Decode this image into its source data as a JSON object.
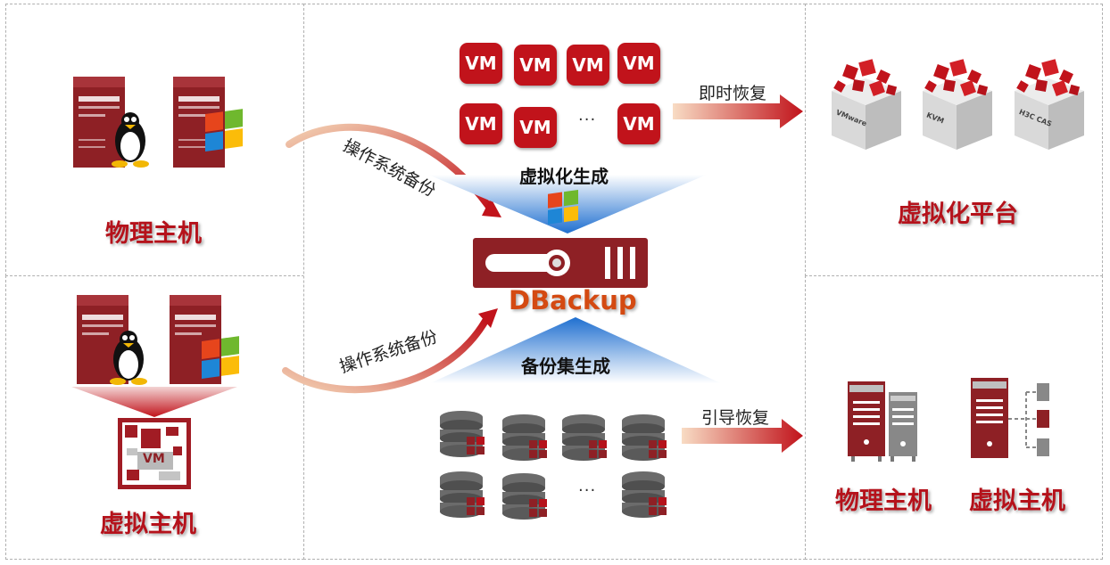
{
  "panels": {
    "physical_host_title": "物理主机",
    "virtual_host_title": "虚拟主机",
    "virt_platform_title": "虚拟化平台",
    "restore_physical_title": "物理主机",
    "restore_virtual_title": "虚拟主机"
  },
  "center": {
    "product_name": "DBackup",
    "os_backup_label_top": "操作系统备份",
    "os_backup_label_bottom": "操作系统备份",
    "virtualization_generate": "虚拟化生成",
    "backupset_generate": "备份集生成",
    "vm_ellipsis": "···",
    "db_ellipsis": "···",
    "vm_labels": [
      "VM",
      "VM",
      "VM",
      "VM",
      "VM",
      "VM",
      "VM"
    ],
    "vm_chip_label": "VM"
  },
  "arrows": {
    "instant_restore": "即时恢复",
    "boot_restore": "引导恢复"
  },
  "platforms": [
    "VMware",
    "KVM",
    "H3C CAS"
  ],
  "colors": {
    "brand_red": "#b5121b",
    "server_red": "#8e2025",
    "blue_fan": "#1f6fd0"
  }
}
